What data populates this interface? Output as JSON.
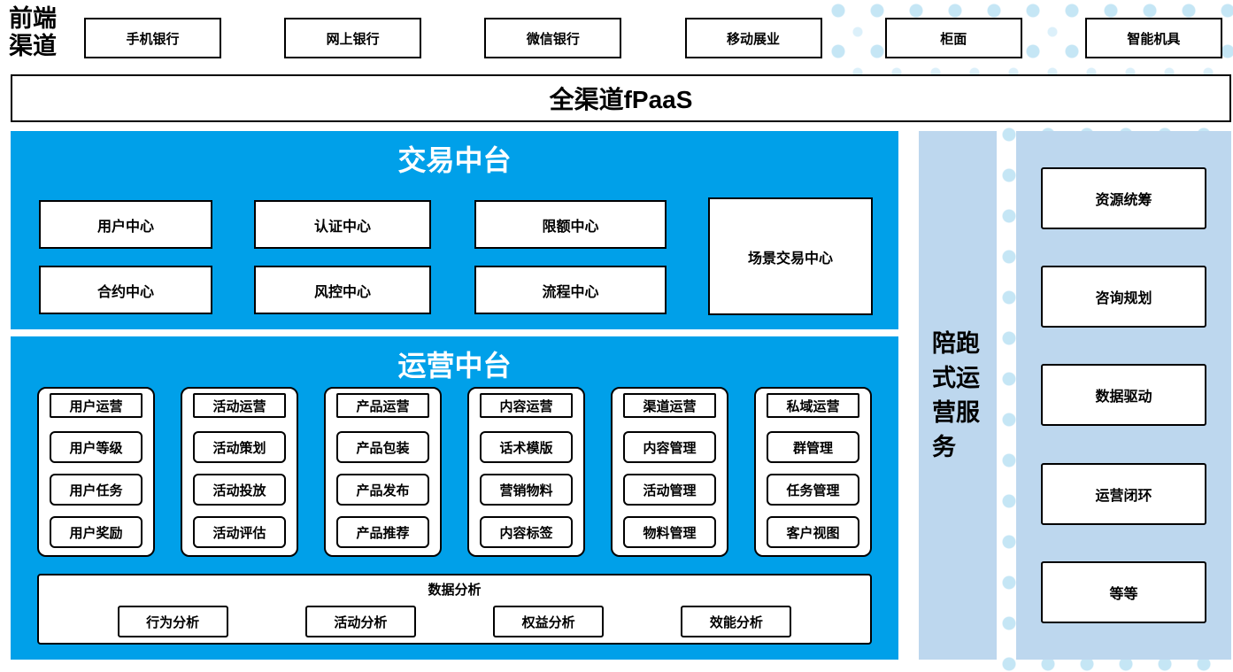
{
  "colors": {
    "platform-blue": "#00A0E9",
    "panel-light-blue": "#BDD7EE",
    "dot-blue": "#C5E6F5",
    "border-black": "#000000",
    "title-white": "#FFFFFF"
  },
  "front": {
    "label": "前端渠道",
    "channels": [
      "手机银行",
      "网上银行",
      "微信银行",
      "移动展业",
      "柜面",
      "智能机具"
    ]
  },
  "fpaas": {
    "label": "全渠道fPaaS"
  },
  "transaction": {
    "title": "交易中台",
    "row1": [
      "用户中心",
      "认证中心",
      "限额中心"
    ],
    "row2": [
      "合约中心",
      "风控中心",
      "流程中心"
    ],
    "scenario_center": "场景交易中心"
  },
  "operations": {
    "title": "运营中台",
    "groups": [
      {
        "title": "用户运营",
        "items": [
          "用户等级",
          "用户任务",
          "用户奖励"
        ]
      },
      {
        "title": "活动运营",
        "items": [
          "活动策划",
          "活动投放",
          "活动评估"
        ]
      },
      {
        "title": "产品运营",
        "items": [
          "产品包装",
          "产品发布",
          "产品推荐"
        ]
      },
      {
        "title": "内容运营",
        "items": [
          "话术模版",
          "营销物料",
          "内容标签"
        ]
      },
      {
        "title": "渠道运营",
        "items": [
          "内容管理",
          "活动管理",
          "物料管理"
        ]
      },
      {
        "title": "私域运营",
        "items": [
          "群管理",
          "任务管理",
          "客户视图"
        ]
      }
    ],
    "data_analysis": {
      "title": "数据分析",
      "items": [
        "行为分析",
        "活动分析",
        "权益分析",
        "效能分析"
      ]
    }
  },
  "side_service": {
    "label": "陪跑式运营服务"
  },
  "right_panel": {
    "items": [
      "资源统筹",
      "咨询规划",
      "数据驱动",
      "运营闭环",
      "等等"
    ]
  }
}
